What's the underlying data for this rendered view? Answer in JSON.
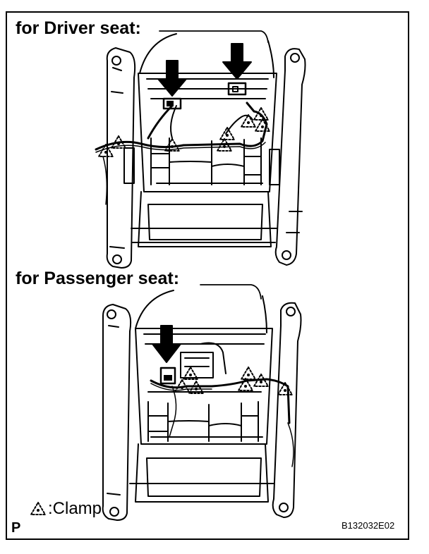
{
  "titles": {
    "driver": "for Driver seat:",
    "passenger": "for Passenger seat:"
  },
  "legend": {
    "symbol_icon": "clamp-triangle-icon",
    "text": ":Clamp"
  },
  "footer": {
    "page_mark": "P",
    "figure_code": "B132032E02"
  }
}
